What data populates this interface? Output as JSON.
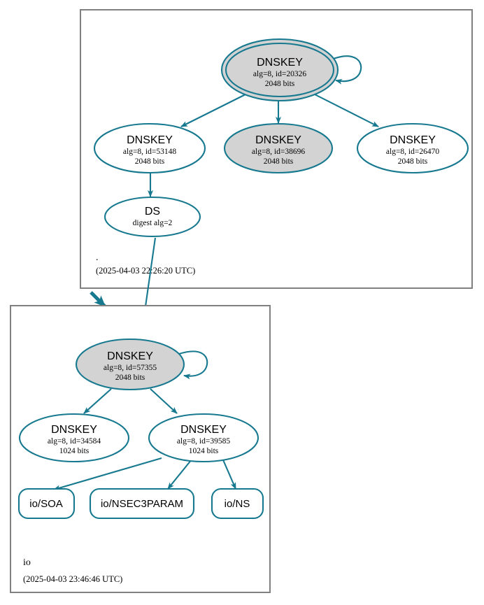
{
  "diagram": {
    "type": "dnssec-authentication-chain",
    "colors": {
      "edge": "#17798f",
      "node_stroke": "#17798f",
      "secure_fill": "#d3d3d3",
      "plain_fill": "#ffffff",
      "zone_border": "#808080",
      "text": "#000000",
      "background": "#ffffff"
    }
  },
  "zones": [
    {
      "id": "root",
      "name": ".",
      "timestamp": "(2025-04-03 22:26:20 UTC)",
      "nodes": [
        {
          "id": "root-ksk-20326",
          "shape": "double-ellipse",
          "fill": "secure",
          "title": "DNSKEY",
          "line2": "alg=8, id=20326",
          "line3": "2048 bits",
          "self_signed": true
        },
        {
          "id": "root-zsk-53148",
          "shape": "ellipse",
          "fill": "plain",
          "title": "DNSKEY",
          "line2": "alg=8, id=53148",
          "line3": "2048 bits",
          "self_signed": false
        },
        {
          "id": "root-zsk-38696",
          "shape": "ellipse",
          "fill": "secure",
          "title": "DNSKEY",
          "line2": "alg=8, id=38696",
          "line3": "2048 bits",
          "self_signed": false
        },
        {
          "id": "root-zsk-26470",
          "shape": "ellipse",
          "fill": "plain",
          "title": "DNSKEY",
          "line2": "alg=8, id=26470",
          "line3": "2048 bits",
          "self_signed": false
        },
        {
          "id": "root-ds",
          "shape": "ellipse",
          "fill": "plain",
          "title": "DS",
          "line2": "digest alg=2",
          "line3": "",
          "self_signed": false
        }
      ]
    },
    {
      "id": "io",
      "name": "io",
      "timestamp": "(2025-04-03 23:46:46 UTC)",
      "nodes": [
        {
          "id": "io-ksk-57355",
          "shape": "ellipse",
          "fill": "secure",
          "title": "DNSKEY",
          "line2": "alg=8, id=57355",
          "line3": "2048 bits",
          "self_signed": true
        },
        {
          "id": "io-zsk-34584",
          "shape": "ellipse",
          "fill": "plain",
          "title": "DNSKEY",
          "line2": "alg=8, id=34584",
          "line3": "1024 bits",
          "self_signed": false
        },
        {
          "id": "io-zsk-39585",
          "shape": "ellipse",
          "fill": "plain",
          "title": "DNSKEY",
          "line2": "alg=8, id=39585",
          "line3": "1024 bits",
          "self_signed": false
        }
      ],
      "rrsets": [
        {
          "id": "io-soa",
          "label": "io/SOA"
        },
        {
          "id": "io-nsec3param",
          "label": "io/NSEC3PARAM"
        },
        {
          "id": "io-ns",
          "label": "io/NS"
        }
      ]
    }
  ],
  "edges": [
    {
      "from": "root-ksk-20326",
      "to": "root-ksk-20326",
      "kind": "self-sign"
    },
    {
      "from": "root-ksk-20326",
      "to": "root-zsk-53148",
      "kind": "sign"
    },
    {
      "from": "root-ksk-20326",
      "to": "root-zsk-38696",
      "kind": "sign"
    },
    {
      "from": "root-ksk-20326",
      "to": "root-zsk-26470",
      "kind": "sign"
    },
    {
      "from": "root-zsk-53148",
      "to": "root-ds",
      "kind": "sign"
    },
    {
      "from": "root-ds",
      "to": "io-ksk-57355",
      "kind": "delegation"
    },
    {
      "from": "io-ksk-57355",
      "to": "io-ksk-57355",
      "kind": "self-sign"
    },
    {
      "from": "io-ksk-57355",
      "to": "io-zsk-34584",
      "kind": "sign"
    },
    {
      "from": "io-ksk-57355",
      "to": "io-zsk-39585",
      "kind": "sign"
    },
    {
      "from": "io-zsk-39585",
      "to": "io-soa",
      "kind": "sign"
    },
    {
      "from": "io-zsk-39585",
      "to": "io-nsec3param",
      "kind": "sign"
    },
    {
      "from": "io-zsk-39585",
      "to": "io-ns",
      "kind": "sign"
    }
  ]
}
